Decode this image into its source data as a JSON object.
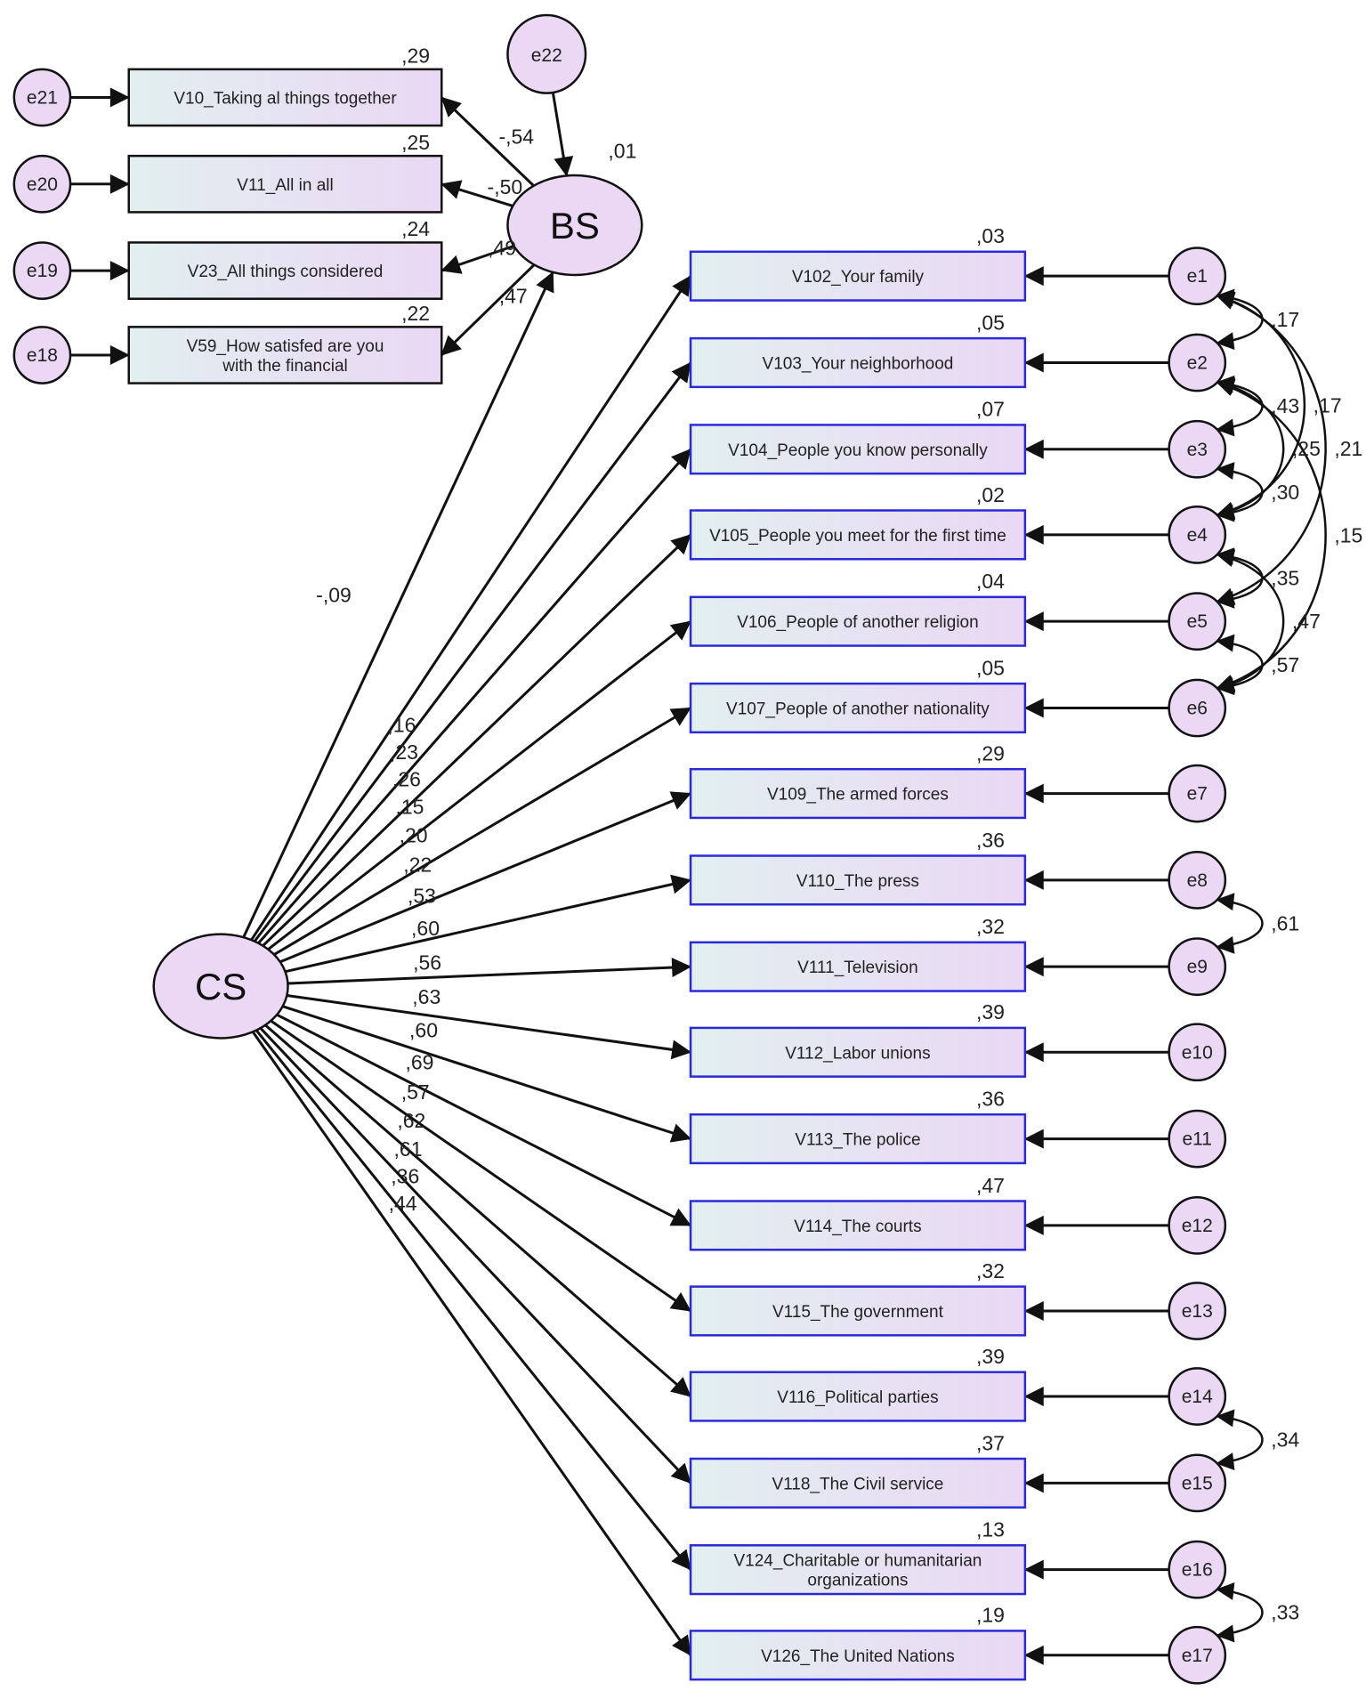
{
  "diagram": {
    "latents": [
      {
        "id": "BS",
        "label": "BS",
        "r2": ",01"
      },
      {
        "id": "CS",
        "label": "CS"
      }
    ],
    "bs_error": "e22",
    "bs_indicators": [
      {
        "label": "V10_Taking al things together",
        "error": "e21",
        "r2": ",29",
        "loading": "-,54"
      },
      {
        "label": "V11_All in all",
        "error": "e20",
        "r2": ",25",
        "loading": "-,50"
      },
      {
        "label": "V23_All things considered",
        "error": "e19",
        "r2": ",24",
        "loading": ",49"
      },
      {
        "label": "V59_How satisfed are you\nwith the financial",
        "error": "e18",
        "r2": ",22",
        "loading": ",47"
      }
    ],
    "cs_to_bs": "-,09",
    "cs_indicators": [
      {
        "label": "V102_Your family",
        "error": "e1",
        "r2": ",03",
        "loading": ",16"
      },
      {
        "label": "V103_Your neighborhood",
        "error": "e2",
        "r2": ",05",
        "loading": ",23"
      },
      {
        "label": "V104_People you know personally",
        "error": "e3",
        "r2": ",07",
        "loading": ",26"
      },
      {
        "label": "V105_People you meet for the first time",
        "error": "e4",
        "r2": ",02",
        "loading": ",15"
      },
      {
        "label": "V106_People of another religion",
        "error": "e5",
        "r2": ",04",
        "loading": ",20"
      },
      {
        "label": "V107_People of another nationality",
        "error": "e6",
        "r2": ",05",
        "loading": ",22"
      },
      {
        "label": "V109_The armed forces",
        "error": "e7",
        "r2": ",29",
        "loading": ",53"
      },
      {
        "label": "V110_The press",
        "error": "e8",
        "r2": ",36",
        "loading": ",60"
      },
      {
        "label": "V111_Television",
        "error": "e9",
        "r2": ",32",
        "loading": ",56"
      },
      {
        "label": "V112_Labor unions",
        "error": "e10",
        "r2": ",39",
        "loading": ",63"
      },
      {
        "label": "V113_The police",
        "error": "e11",
        "r2": ",36",
        "loading": ",60"
      },
      {
        "label": "V114_The courts",
        "error": "e12",
        "r2": ",47",
        "loading": ",69"
      },
      {
        "label": "V115_The government",
        "error": "e13",
        "r2": ",32",
        "loading": ",57"
      },
      {
        "label": "V116_Political parties",
        "error": "e14",
        "r2": ",39",
        "loading": ",62"
      },
      {
        "label": "V118_The Civil service",
        "error": "e15",
        "r2": ",37",
        "loading": ",61"
      },
      {
        "label": "V124_Charitable or humanitarian\norganizations",
        "error": "e16",
        "r2": ",13",
        "loading": ",36"
      },
      {
        "label": "V126_The United Nations",
        "error": "e17",
        "r2": ",19",
        "loading": ",44"
      }
    ],
    "covariances": [
      {
        "from": 0,
        "to": 1,
        "value": ",17"
      },
      {
        "from": 1,
        "to": 2,
        "value": ",43"
      },
      {
        "from": 1,
        "to": 3,
        "value": ",25"
      },
      {
        "from": 0,
        "to": 3,
        "value": ",17"
      },
      {
        "from": 2,
        "to": 3,
        "value": ",30"
      },
      {
        "from": 0,
        "to": 4,
        "value": ",21"
      },
      {
        "from": 3,
        "to": 4,
        "value": ",35"
      },
      {
        "from": 1,
        "to": 5,
        "value": ",15"
      },
      {
        "from": 3,
        "to": 5,
        "value": ",47"
      },
      {
        "from": 4,
        "to": 5,
        "value": ",57"
      },
      {
        "from": 7,
        "to": 8,
        "value": ",61"
      },
      {
        "from": 13,
        "to": 14,
        "value": ",34"
      },
      {
        "from": 15,
        "to": 16,
        "value": ",33"
      }
    ]
  }
}
